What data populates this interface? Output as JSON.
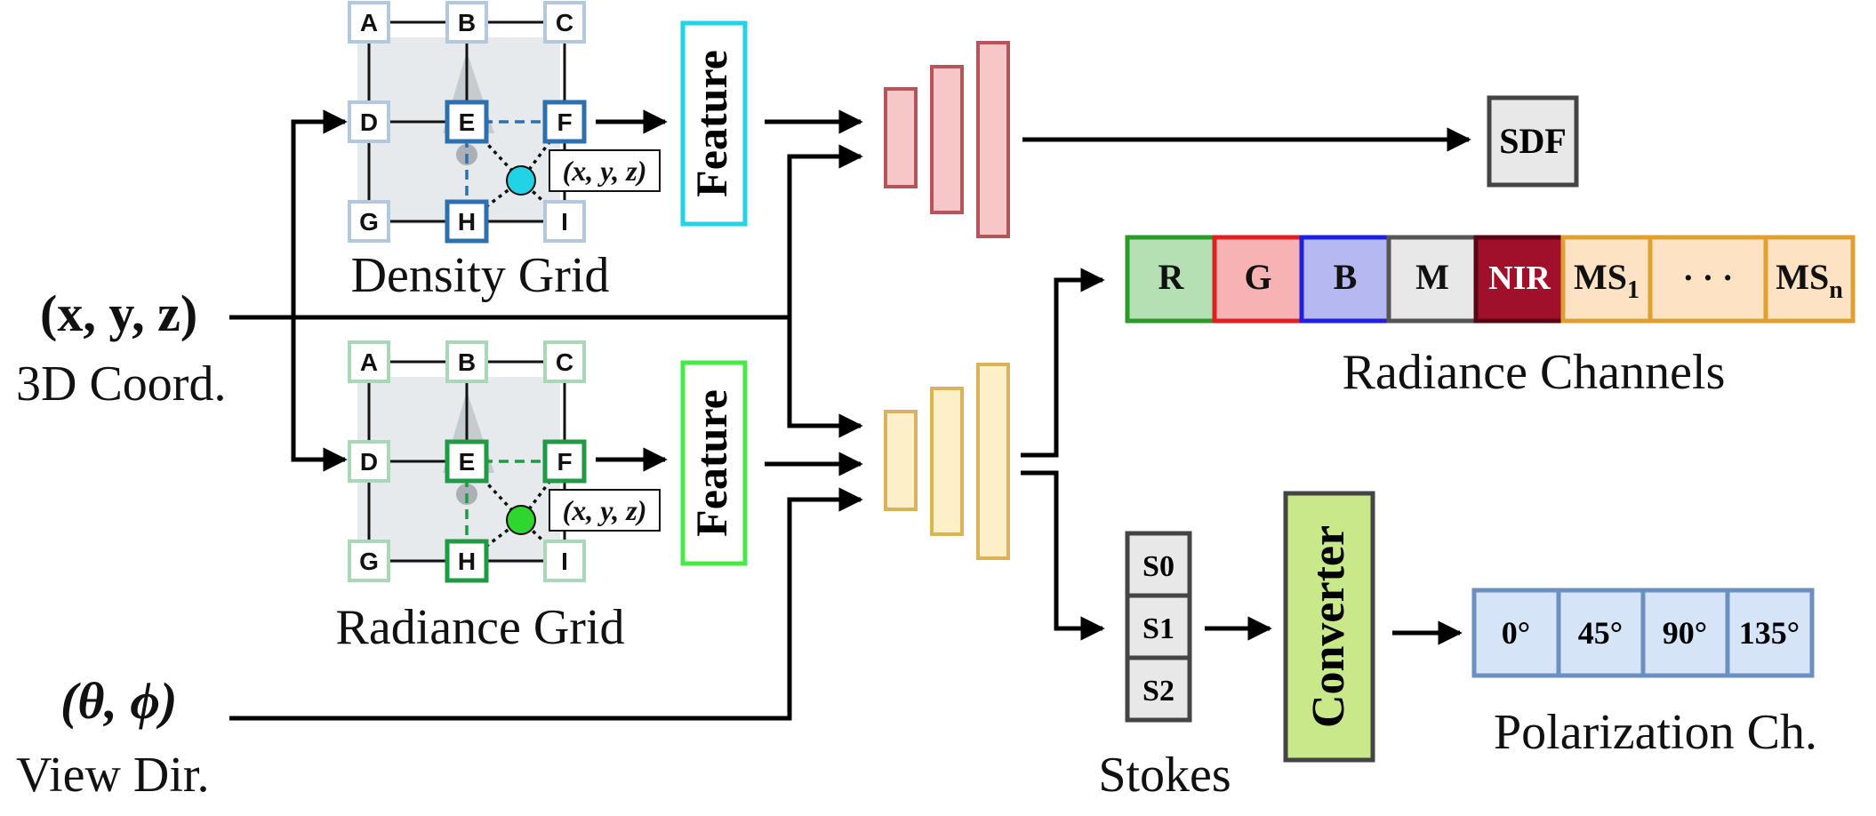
{
  "inputs": {
    "coord": {
      "symbol": "(x, y, z)",
      "caption": "3D Coord."
    },
    "view": {
      "symbol": "(θ, ϕ)",
      "caption": "View Dir."
    }
  },
  "grids": {
    "density": {
      "caption": "Density Grid",
      "color": "#2e6fae",
      "light": "#b3c8de",
      "point_color": "#22d3e6"
    },
    "radiance": {
      "caption": "Radiance Grid",
      "color": "#1f9a45",
      "light": "#a9d8b9",
      "point_color": "#2fd62f"
    },
    "cells": [
      "A",
      "B",
      "C",
      "D",
      "E",
      "F",
      "G",
      "H",
      "I"
    ],
    "point_label": "(x, y, z)"
  },
  "feature_label": "Feature",
  "sdf_label": "SDF",
  "radiance_channels": {
    "caption": "Radiance Channels",
    "items": [
      {
        "label": "R",
        "fill": "#b5e0b3",
        "stroke": "#2a9a2a",
        "text": "#111111"
      },
      {
        "label": "G",
        "fill": "#f7b3b3",
        "stroke": "#e02020",
        "text": "#111111"
      },
      {
        "label": "B",
        "fill": "#b6b8f2",
        "stroke": "#1f1fe0",
        "text": "#111111"
      },
      {
        "label": "M",
        "fill": "#e8e8e8",
        "stroke": "#555555",
        "text": "#111111"
      },
      {
        "label": "NIR",
        "fill": "#a0102a",
        "stroke": "#5a0414",
        "text": "#ffffff"
      },
      {
        "label": "MS",
        "sub": "1",
        "fill": "#fde3c3",
        "stroke": "#e0a030",
        "text": "#111111"
      },
      {
        "label": "· · ·",
        "fill": "#fde3c3",
        "stroke": "#e0a030",
        "text": "#111111"
      },
      {
        "label": "MS",
        "sub": "n",
        "fill": "#fde3c3",
        "stroke": "#e0a030",
        "text": "#111111"
      }
    ]
  },
  "stokes": {
    "caption": "Stokes",
    "items": [
      "S0",
      "S1",
      "S2"
    ]
  },
  "converter_label": "Converter",
  "polarization": {
    "caption": "Polarization Ch.",
    "items": [
      "0°",
      "45°",
      "90°",
      "135°"
    ]
  },
  "colors": {
    "density_mlp": {
      "fill": "#f7c6c6",
      "stroke": "#b5545a"
    },
    "radiance_mlp": {
      "fill": "#fdf0c8",
      "stroke": "#d9b25a"
    },
    "feature_density": "#22d3e6",
    "feature_radiance": "#49e849",
    "converter": {
      "fill": "#c9e88a",
      "stroke": "#444444"
    },
    "polar": {
      "fill": "#d6e4f7",
      "stroke": "#6d8fc0"
    }
  }
}
